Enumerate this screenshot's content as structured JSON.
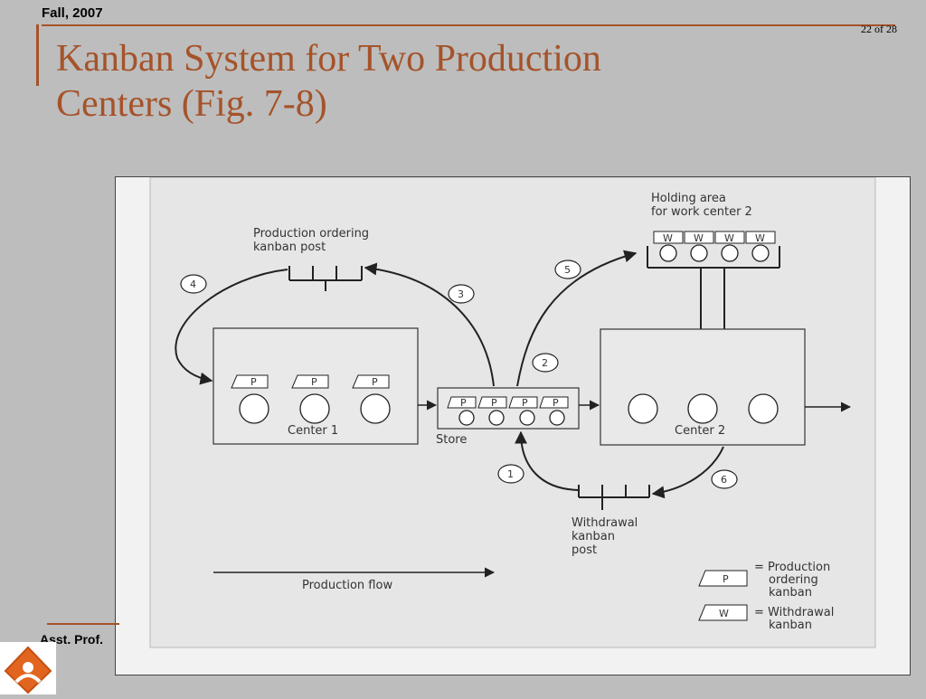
{
  "header": {
    "course": "Fall, 2007",
    "page": "22 of 28"
  },
  "title": {
    "line1": "Kanban System for Two Production",
    "line2": "Centers (Fig. 7-8)"
  },
  "footer": {
    "text": "Asst. Prof."
  },
  "diagram": {
    "production_ordering_post": {
      "line1": "Production ordering",
      "line2": "kanban post"
    },
    "holding_area": {
      "line1": "Holding area",
      "line2": "for work center 2"
    },
    "center1": "Center 1",
    "center2": "Center 2",
    "store": "Store",
    "withdrawal_post": {
      "line1": "Withdrawal",
      "line2": "kanban",
      "line3": "post"
    },
    "production_flow": "Production flow",
    "card_p": "P",
    "card_w": "W",
    "steps": [
      "1",
      "2",
      "3",
      "4",
      "5",
      "6"
    ],
    "legend": {
      "p_line1": "= Production",
      "p_line2": "ordering",
      "p_line3": "kanban",
      "w_line1": "= Withdrawal",
      "w_line2": "kanban"
    }
  },
  "colors": {
    "accent": "#a5532a",
    "slide_bg": "#bdbdbd"
  }
}
